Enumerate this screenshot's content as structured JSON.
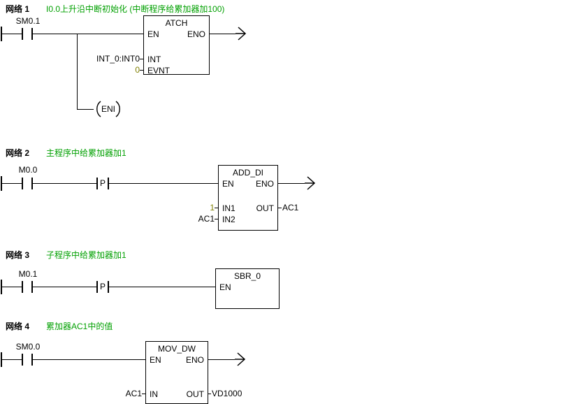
{
  "colors": {
    "background": "#ffffff",
    "line": "#000000",
    "comment_text": "#00a000",
    "constant_text": "#808000"
  },
  "networks": [
    {
      "label": "网络 1",
      "comment": "I0.0上升沿中断初始化 (中断程序给累加器加100)",
      "contact": "SM0.1",
      "block": {
        "title": "ATCH",
        "pin_en": "EN",
        "pin_eno": "ENO",
        "pin_int": "INT",
        "pin_evnt": "EVNT"
      },
      "operands": {
        "int": "INT_0:INT0",
        "evnt": "0"
      },
      "coil": "ENI"
    },
    {
      "label": "网络 2",
      "comment": "主程序中给累加器加1",
      "contact": "M0.0",
      "p": "P",
      "block": {
        "title": "ADD_DI",
        "pin_en": "EN",
        "pin_eno": "ENO",
        "pin_in1": "IN1",
        "pin_in2": "IN2",
        "pin_out": "OUT"
      },
      "operands": {
        "in1": "1",
        "in2": "AC1",
        "out": "AC1"
      }
    },
    {
      "label": "网络 3",
      "comment": "子程序中给累加器加1",
      "contact": "M0.1",
      "p": "P",
      "block": {
        "title": "SBR_0",
        "pin_en": "EN"
      }
    },
    {
      "label": "网络 4",
      "comment": "累加器AC1中的值",
      "contact": "SM0.0",
      "block": {
        "title": "MOV_DW",
        "pin_en": "EN",
        "pin_eno": "ENO",
        "pin_in": "IN",
        "pin_out": "OUT"
      },
      "operands": {
        "in": "AC1",
        "out": "VD1000"
      }
    }
  ]
}
